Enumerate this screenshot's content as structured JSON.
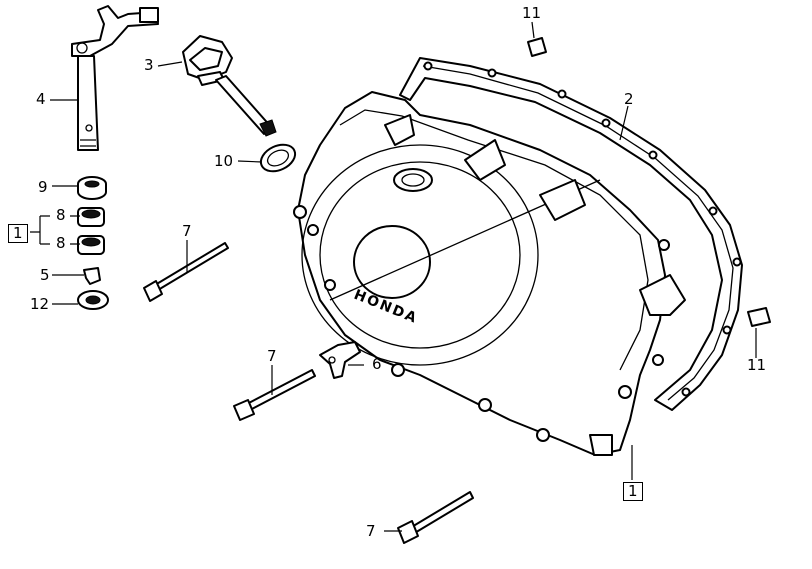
{
  "callouts": {
    "n1_left": "1",
    "n1_bottom": "1",
    "n2": "2",
    "n3": "3",
    "n4": "4",
    "n5": "5",
    "n6": "6",
    "n7_mid": "7",
    "n7_left": "7",
    "n7_bottom": "7",
    "n8_top": "8",
    "n8_bottom": "8",
    "n9": "9",
    "n10": "10",
    "n11_top": "11",
    "n11_right": "11",
    "n12": "12"
  },
  "cover_logo_text": "HONDA"
}
